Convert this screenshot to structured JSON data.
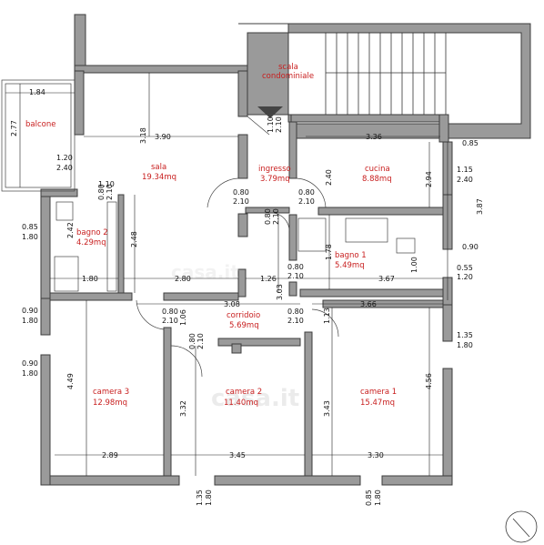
{
  "rooms": {
    "sala": {
      "name": "sala",
      "area": "19.34mq"
    },
    "ingresso": {
      "name": "ingresso",
      "area": "3.79mq"
    },
    "cucina": {
      "name": "cucina",
      "area": "8.88mq"
    },
    "bagno2": {
      "name": "bagno 2",
      "area": "4.29mq"
    },
    "bagno1": {
      "name": "bagno 1",
      "area": "5.49mq"
    },
    "corridoio": {
      "name": "corridoio",
      "area": "5.69mq"
    },
    "camera3": {
      "name": "camera 3",
      "area": "12.98mq"
    },
    "camera2": {
      "name": "camera 2",
      "area": "11.40mq"
    },
    "camera1": {
      "name": "camera 1",
      "area": "15.47mq"
    },
    "balcone": {
      "name": "balcone"
    },
    "scala1": "scala",
    "scala2": "condominiale"
  },
  "dims": {
    "d184": "1.84",
    "d277": "2.77",
    "d318": "3.18",
    "d390": "3.90",
    "d120": "1.20",
    "d240a": "2.40",
    "d110a": "1.10",
    "d110b": "1.10",
    "d210a": "2.10",
    "d240b": "2.40",
    "d080a": "0.80",
    "d210b": "2.10",
    "d336": "3.36",
    "d085a": "0.85",
    "d294": "2.94",
    "d115": "1.15",
    "d240c": "2.40",
    "d387": "3.87",
    "d080b": "0.80",
    "d210c": "2.10",
    "d080c": "0.80",
    "d210d": "2.10",
    "d080d": "0.80",
    "d210e": "2.10",
    "d085b": "0.85",
    "d180a": "1.80",
    "d242": "2.42",
    "d248": "2.48",
    "d178": "1.78",
    "d090a": "0.90",
    "d100": "1.00",
    "d055": "0.55",
    "d120b": "1.20",
    "d180b": "1.80",
    "d280": "2.80",
    "d126": "1.26",
    "d367": "3.67",
    "d080e": "0.80",
    "d210f": "2.10",
    "d308": "3.08",
    "d366": "3.66",
    "d303": "3.03",
    "d080f": "0.80",
    "d210g": "2.10",
    "d106": "1.06",
    "d113": "1.13",
    "d080g": "0.80",
    "d210h": "2.10",
    "d090b": "0.90",
    "d180c": "1.80",
    "d135a": "1.35",
    "d180d": "1.80",
    "d090c": "0.90",
    "d180e": "1.80",
    "d449": "4.49",
    "d332": "3.32",
    "d343": "3.43",
    "d456": "4.56",
    "d289": "2.89",
    "d345": "3.45",
    "d330": "3.30",
    "d135b": "1.35",
    "d180f": "1.80",
    "d085c": "0.85",
    "d180g": "1.80"
  },
  "watermark": "casa.it",
  "colors": {
    "wall": "#9a9a9a",
    "label": "#c81e1e"
  }
}
